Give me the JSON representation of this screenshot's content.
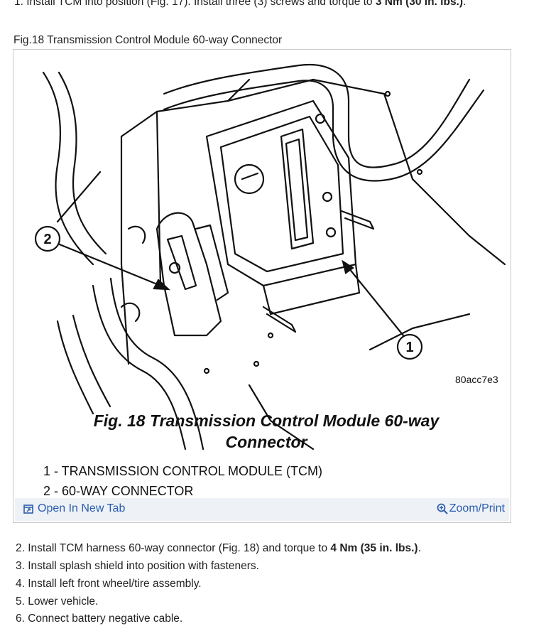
{
  "steps": {
    "s1_pre": "1. Install TCM into position (Fig. 17). Install three (3) screws and torque to ",
    "s1_bold": "3 Nm (30 in. lbs.)",
    "s1_post": ".",
    "s2_pre": "2. Install TCM harness 60-way connector (Fig. 18) and torque to ",
    "s2_bold": "4 Nm (35 in. lbs.)",
    "s2_post": ".",
    "s3": "3. Install splash shield into position with fasteners.",
    "s4": "4. Install left front wheel/tire assembly.",
    "s5": "5. Lower vehicle.",
    "s6": "6. Connect battery negative cable."
  },
  "figure": {
    "title": "Fig.18 Transmission Control Module 60-way Connector",
    "code": "80acc7e3",
    "caption_line1": "Fig. 18 Transmission Control Module 60-way",
    "caption_line2": "Connector",
    "callout_1": "1",
    "callout_2": "2",
    "legend_1": "1 - TRANSMISSION CONTROL MODULE (TCM)",
    "legend_2": "2 - 60-WAY CONNECTOR"
  },
  "toolbar": {
    "open_tab": "Open In New Tab",
    "zoom_print": "Zoom/Print"
  },
  "colors": {
    "link": "#2a5db0",
    "toolbar_bg": "#eef1f5",
    "border": "#c9c9c9"
  },
  "icons": {
    "open_tab": "open-new-tab-icon",
    "zoom": "magnifier-icon"
  }
}
